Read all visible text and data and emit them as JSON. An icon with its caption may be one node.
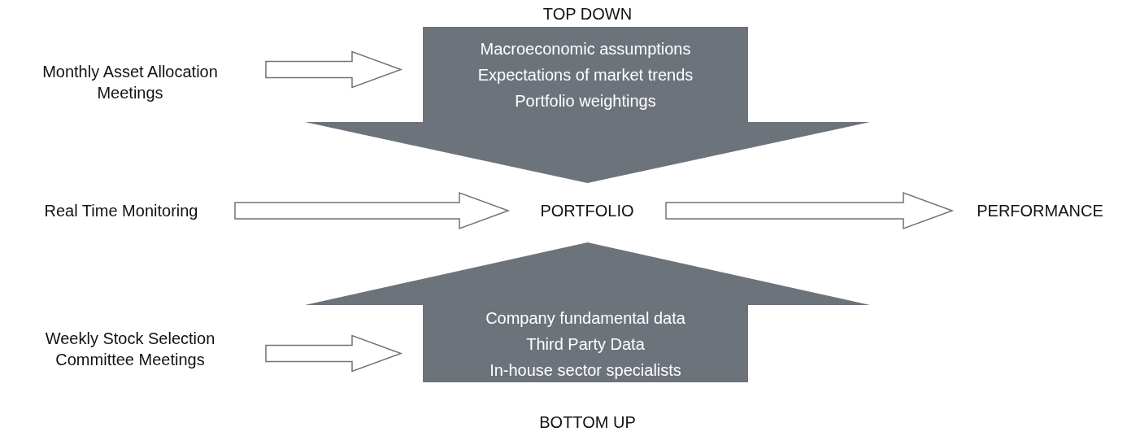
{
  "diagram": {
    "nodes": [
      {
        "text": [
          "Monthly Asset Allocation Meetings"
        ]
      },
      {
        "text": [
          "Macroeconomic assumptions",
          "Expectations of market trends",
          "Portfolio weightings"
        ],
        "beside": [
          "TOP DOWN"
        ]
      },
      {
        "text": [
          "Real Time Monitoring"
        ]
      },
      {
        "text": [
          "PORTFOLIO"
        ]
      },
      {
        "text": [
          "PERFORMANCE"
        ]
      },
      {
        "text": [
          "Weekly Stock Selection Committee Meetings"
        ]
      },
      {
        "text": [
          "Company fundamental data",
          "Third Party Data",
          "In-house sector specialists"
        ],
        "beside": [
          "BOTTOM UP"
        ]
      }
    ],
    "edges": [
      {
        "from": 0,
        "to": 1,
        "arrow": "to"
      },
      {
        "from": 2,
        "to": 3,
        "arrow": "to"
      },
      {
        "from": 3,
        "to": 4,
        "arrow": "to"
      },
      {
        "from": 5,
        "to": 6,
        "arrow": "to"
      }
    ]
  }
}
